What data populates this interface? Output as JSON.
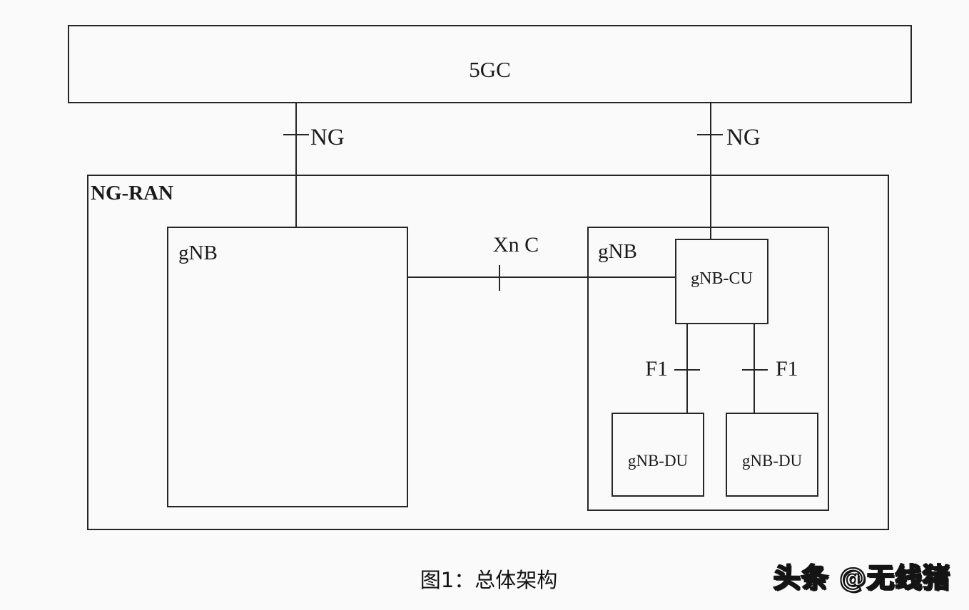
{
  "diagram": {
    "nodes": {
      "core": {
        "label": "5GC"
      },
      "ngran": {
        "label": "NG-RAN"
      },
      "gnb_left": {
        "label": "gNB"
      },
      "gnb_right": {
        "label": "gNB"
      },
      "gnb_cu": {
        "label": "gNB-CU"
      },
      "gnb_du_left": {
        "label": "gNB-DU"
      },
      "gnb_du_right": {
        "label": "gNB-DU"
      }
    },
    "interfaces": {
      "ng_left": {
        "label": "NG"
      },
      "ng_right": {
        "label": "NG"
      },
      "xn": {
        "label": "Xn C"
      },
      "f1_left": {
        "label": "F1"
      },
      "f1_right": {
        "label": "F1"
      }
    },
    "caption": "图1：总体架构",
    "watermark": "头条 @无线猪",
    "colors": {
      "background": "#fbfafb",
      "line": "#262626",
      "text": "#1a1a1a",
      "watermark_fill": "#ffffff",
      "watermark_outline": "#141414"
    }
  }
}
